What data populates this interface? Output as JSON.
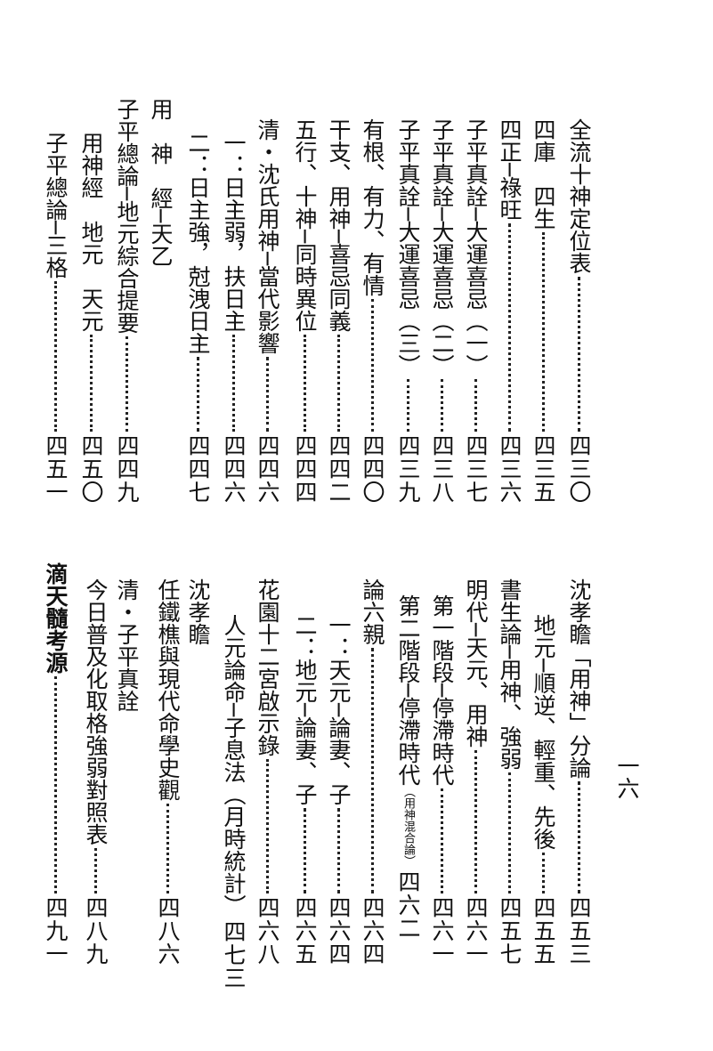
{
  "page_number": "一六",
  "top_entries": [
    {
      "title": "全流十神定位表",
      "page": "四三〇"
    },
    {
      "title": "四庫　四生",
      "page": "四三五"
    },
    {
      "title": "四正─祿旺",
      "page": "四三六"
    },
    {
      "title": "子平真詮─大運喜忌（一）",
      "page": "四三七"
    },
    {
      "title": "子平真詮─大運喜忌（二）",
      "page": "四三八"
    },
    {
      "title": "子平真詮─大運喜忌（三）",
      "page": "四三九"
    },
    {
      "title": "有根、有力、有情",
      "page": "四四〇"
    },
    {
      "title": "干支、用神─喜忌同義",
      "page": "四四二"
    },
    {
      "title": "五行、十神─同時異位",
      "page": "四四四"
    },
    {
      "title": "清・沈氏用神─當代影響",
      "page": "四四六"
    },
    {
      "title": "一：日主弱，扶日主",
      "page": "四四六"
    },
    {
      "title": "二：日主強，尅洩日主",
      "page": "四四七"
    },
    {
      "title": "用　神　經─天乙",
      "page": ""
    },
    {
      "title": "子平總論─地元綜合提要",
      "page": "四四九"
    },
    {
      "title": "用神經　地元　天元",
      "page": "四五〇"
    },
    {
      "title": "子平總論─三格",
      "page": "四五一"
    }
  ],
  "bottom_entries": [
    {
      "title": "沈孝瞻「用神」分論",
      "small": "",
      "page": "四五三"
    },
    {
      "title": "地元─順逆、輕重、先後",
      "small": "",
      "page": "四五五"
    },
    {
      "title": "書生論─用神、強弱",
      "small": "",
      "page": "四五七"
    },
    {
      "title": "明代─天元、用神",
      "small": "",
      "page": "四六一"
    },
    {
      "title": "第一階段─停滯時代",
      "small": "",
      "page": "四六一"
    },
    {
      "title": "第二階段─停滯時代",
      "small": "（用神混合論）",
      "page": "四六二"
    },
    {
      "title": "論六親",
      "small": "",
      "page": "四六四"
    },
    {
      "title": "一：天元─論妻、子",
      "small": "",
      "page": "四六四"
    },
    {
      "title": "二：地元─論妻、子",
      "small": "",
      "page": "四六五"
    },
    {
      "title": "花園十二宮啟示錄",
      "small": "",
      "page": "四六八"
    },
    {
      "title": "人元論命─子息法（月時統計）",
      "small": "",
      "page": "四七三"
    },
    {
      "title": "沈孝瞻",
      "small": "",
      "page": ""
    },
    {
      "title": "任鐵樵與現代命學史觀",
      "small": "",
      "page": "四八六"
    },
    {
      "title": "清・子平真詮",
      "small": "",
      "page": ""
    },
    {
      "title": "今日普及化取格強弱對照表",
      "small": "",
      "page": "四八九"
    },
    {
      "title": "滴天髓考源",
      "small": "",
      "page": "四九一",
      "bold": true
    }
  ]
}
